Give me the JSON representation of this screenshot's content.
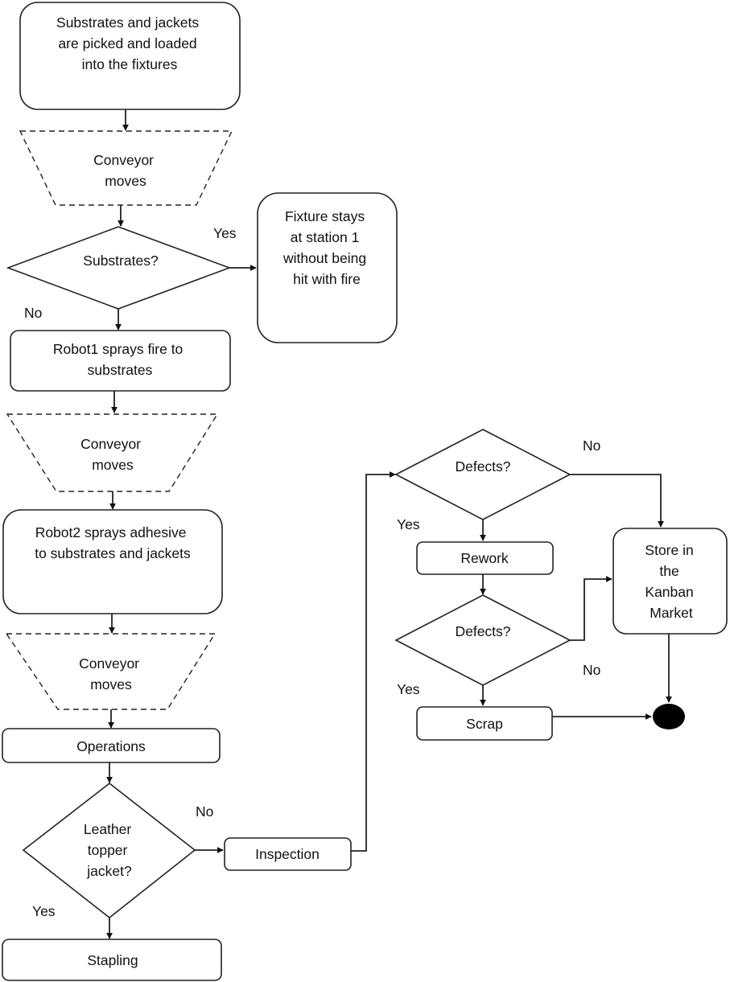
{
  "nodes": {
    "load": [
      "Substrates and jackets",
      "are picked and loaded",
      "into the fixtures"
    ],
    "conveyor1": [
      "Conveyor",
      "moves"
    ],
    "substrates_q": [
      "Substrates?"
    ],
    "fixture_stays": [
      "Fixture stays",
      "at station 1",
      "without being",
      "hit with fire"
    ],
    "robot1": [
      "Robot1 sprays fire to",
      "substrates"
    ],
    "conveyor2": [
      "Conveyor",
      "moves"
    ],
    "robot2": [
      "Robot2 sprays adhesive",
      "to substrates and jackets"
    ],
    "conveyor3": [
      "Conveyor",
      "moves"
    ],
    "operations": [
      "Operations"
    ],
    "leather_q": [
      "Leather",
      "topper",
      "jacket?"
    ],
    "stapling": [
      "Stapling"
    ],
    "inspection": [
      "Inspection"
    ],
    "defects1_q": [
      "Defects?"
    ],
    "rework": [
      "Rework"
    ],
    "defects2_q": [
      "Defects?"
    ],
    "scrap": [
      "Scrap"
    ],
    "store": [
      "Store in",
      "the",
      "Kanban",
      "Market"
    ]
  },
  "edge_labels": {
    "substrates_yes": "Yes",
    "substrates_no": "No",
    "leather_no": "No",
    "leather_yes": "Yes",
    "defects1_no": "No",
    "defects1_yes": "Yes",
    "defects2_no": "No",
    "defects2_yes": "Yes"
  }
}
